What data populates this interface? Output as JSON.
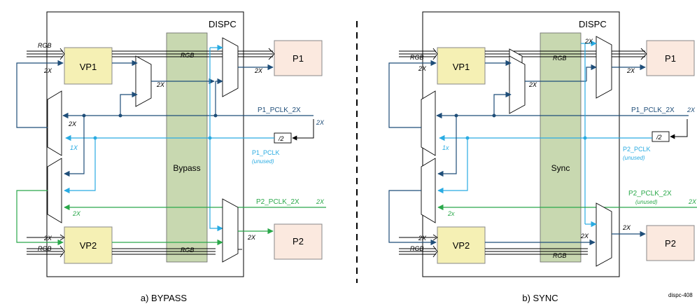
{
  "colors": {
    "dark": "#1f4e79",
    "cyan": "#29abe2",
    "green": "#2aa84a",
    "box_vp": "#f5f0b4",
    "box_p": "#fbe9df",
    "band": "#c8d8b0",
    "frame": "#000000"
  },
  "left": {
    "dispc": "DISPC",
    "vp1": "VP1",
    "vp2": "VP2",
    "p1": "P1",
    "p2": "P2",
    "band": "Bypass",
    "rgb": "RGB",
    "x2": "2X",
    "x1": "1X",
    "div": "/2",
    "p1_pclk_2x": "P1_PCLK_2X",
    "p1_pclk": "P1_PCLK",
    "p1_pclk_note": "(unused)",
    "p2_pclk_2x": "P2_PCLK_2X",
    "caption": "a) BYPASS"
  },
  "right": {
    "dispc": "DISPC",
    "vp1": "VP1",
    "vp2": "VP2",
    "p1": "P1",
    "p2": "P2",
    "band": "Sync",
    "rgb": "RGB",
    "x2": "2X",
    "x2_lower": "2x",
    "x1": "1x",
    "div": "/2",
    "p1_pclk_2x": "P1_PCLK_2X",
    "p2_pclk": "P2_PCLK",
    "p2_pclk_note": "(unused)",
    "p2_pclk_2x": "P2_PCLK_2X",
    "p2_pclk_2x_note": "(unused)",
    "caption": "b) SYNC"
  },
  "figure_id": "dispc-408"
}
